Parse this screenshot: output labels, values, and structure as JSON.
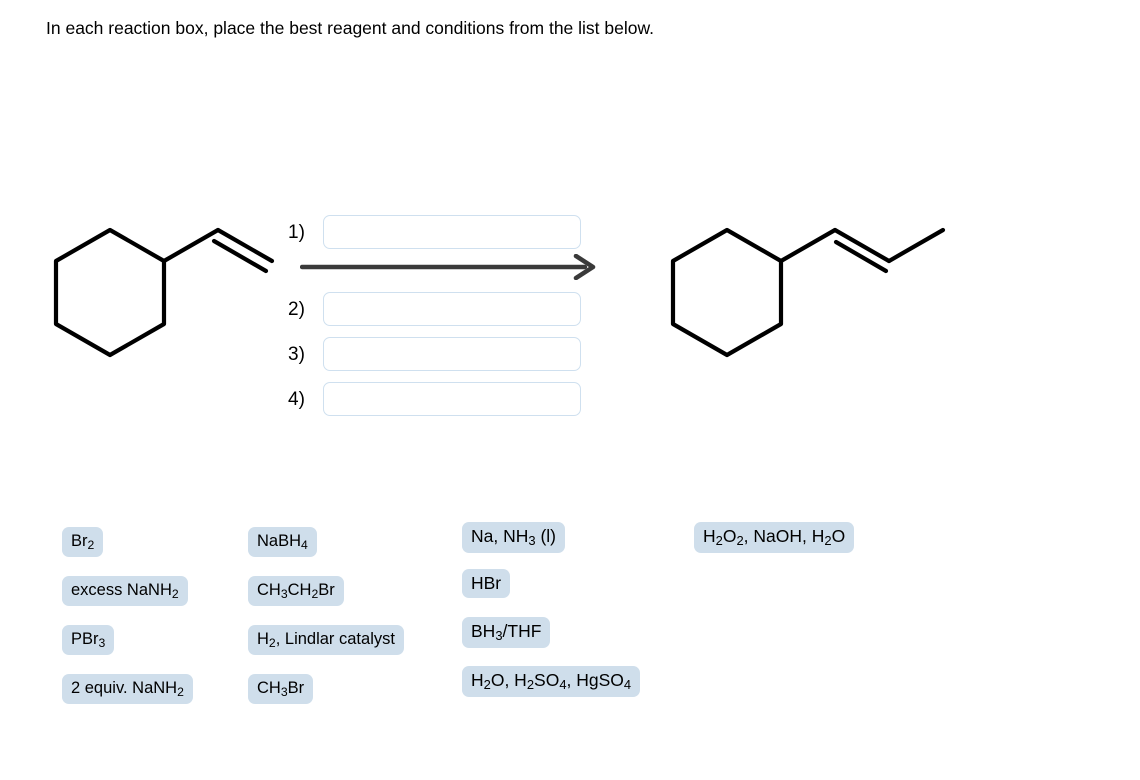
{
  "prompt": "In each reaction box, place the best reagent and conditions from the list below.",
  "scheme": {
    "reactant_name": "vinylcyclohexane",
    "product_name": "(E)-1-propenylcyclohexane",
    "arrow_icon": "reaction-arrow-icon",
    "conditions": [
      {
        "number": "1)",
        "value": "",
        "placeholder": ""
      },
      {
        "number": "2)",
        "value": "",
        "placeholder": ""
      },
      {
        "number": "3)",
        "value": "",
        "placeholder": ""
      },
      {
        "number": "4)",
        "value": "",
        "placeholder": ""
      }
    ]
  },
  "bank": {
    "columns": [
      {
        "chips": [
          {
            "html": "Br<sub>2</sub>",
            "text": "Br2"
          },
          {
            "html": "excess NaNH<sub>2</sub>",
            "text": "excess NaNH2"
          },
          {
            "html": "PBr<sub>3</sub>",
            "text": "PBr3"
          },
          {
            "html": "2 equiv. NaNH<sub>2</sub>",
            "text": "2 equiv. NaNH2"
          }
        ]
      },
      {
        "chips": [
          {
            "html": "NaBH<sub>4</sub>",
            "text": "NaBH4"
          },
          {
            "html": "CH<sub>3</sub>CH<sub>2</sub>Br",
            "text": "CH3CH2Br"
          },
          {
            "html": "H<sub>2</sub>, Lindlar catalyst",
            "text": "H2, Lindlar catalyst"
          },
          {
            "html": "CH<sub>3</sub>Br",
            "text": "CH3Br"
          }
        ]
      },
      {
        "chips": [
          {
            "html": "Na, NH<sub>3</sub> (l)",
            "text": "Na, NH3 (l)"
          },
          {
            "html": "HBr",
            "text": "HBr"
          },
          {
            "html": "BH<sub>3</sub>/THF",
            "text": "BH3/THF"
          },
          {
            "html": "H<sub>2</sub>O, H<sub>2</sub>SO<sub>4</sub>, HgSO<sub>4</sub>",
            "text": "H2O, H2SO4, HgSO4"
          }
        ]
      },
      {
        "chips": [
          {
            "html": "H<sub>2</sub>O<sub>2</sub>, NaOH, H<sub>2</sub>O",
            "text": "H2O2, NaOH, H2O"
          }
        ]
      }
    ]
  },
  "colors": {
    "chip_background": "#cfdeeb",
    "box_border": "#cfe0ef",
    "arrow": "#3a3a3a",
    "structure_line": "#000000",
    "page_background": "#ffffff"
  }
}
